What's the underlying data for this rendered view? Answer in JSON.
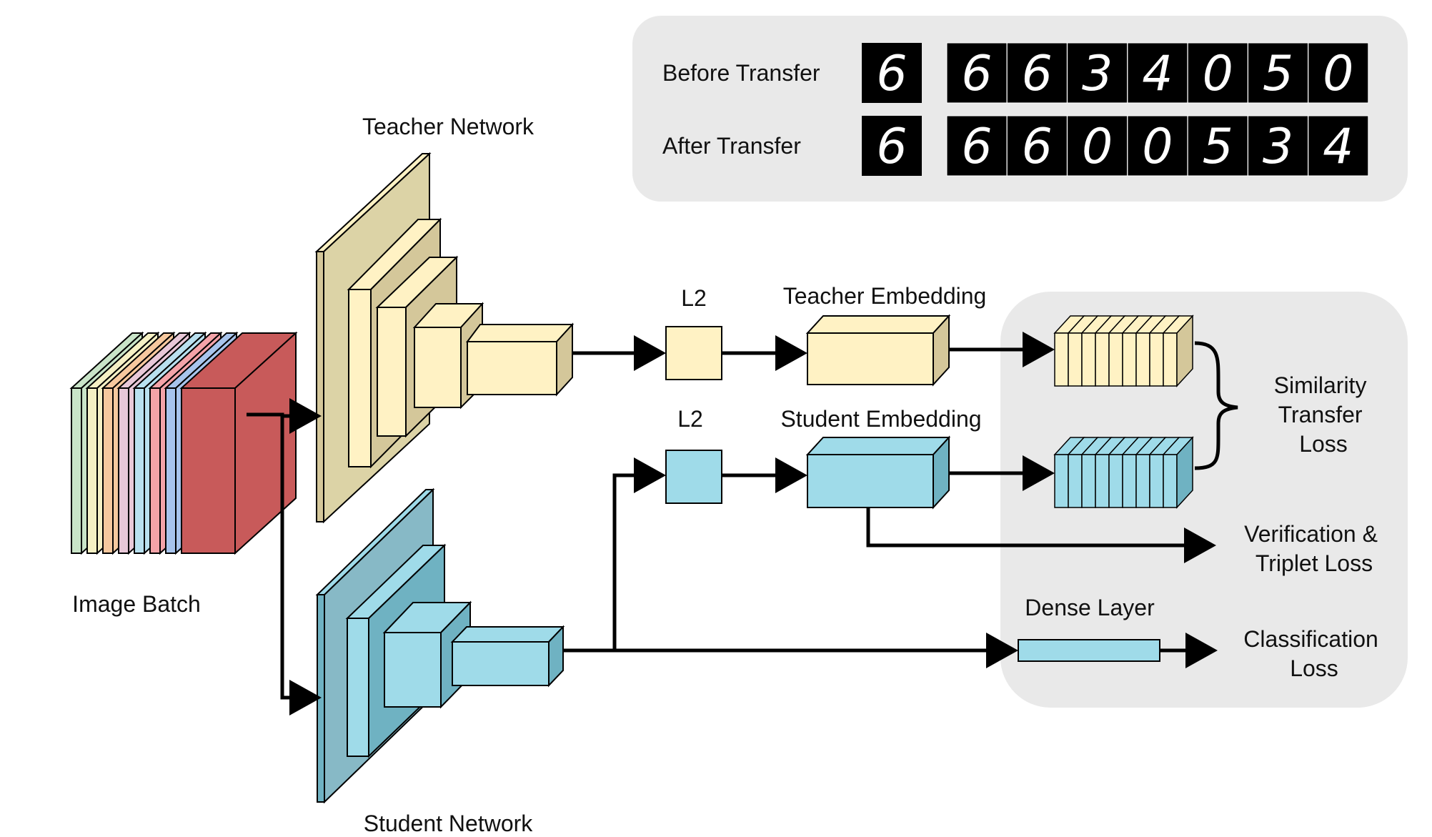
{
  "colors": {
    "teacher_front": "#fff2c4",
    "teacher_side": "#d4c79a",
    "teacher_plate": "#dcd3a6",
    "student_front": "#9fdbe9",
    "student_side": "#6fb2c2",
    "student_plate": "#87b9c6",
    "panel_bg": "#e9e9e9",
    "batch": [
      "#c9e4c8",
      "#f5f0c4",
      "#f6c89e",
      "#e8c8d8",
      "#b9e0ef",
      "#f4a3a8",
      "#a8c4ec",
      "#c85a5a"
    ]
  },
  "labels": {
    "teacher_network": "Teacher Network",
    "student_network": "Student Network",
    "image_batch": "Image Batch",
    "l2_top": "L2",
    "l2_bottom": "L2",
    "teacher_embedding": "Teacher Embedding",
    "student_embedding": "Student Embedding",
    "dense_layer": "Dense Layer",
    "similarity_loss": [
      "Similarity",
      "Transfer",
      "Loss"
    ],
    "verification_loss": [
      "Verification &",
      "Triplet Loss"
    ],
    "classification_loss": [
      "Classification",
      "Loss"
    ]
  },
  "examples": {
    "rows": [
      {
        "label": "Before Transfer",
        "query": "6",
        "ranked": [
          "6",
          "6",
          "3",
          "4",
          "0",
          "5",
          "0"
        ]
      },
      {
        "label": "After Transfer",
        "query": "6",
        "ranked": [
          "6",
          "6",
          "0",
          "0",
          "5",
          "3",
          "4"
        ]
      }
    ]
  }
}
